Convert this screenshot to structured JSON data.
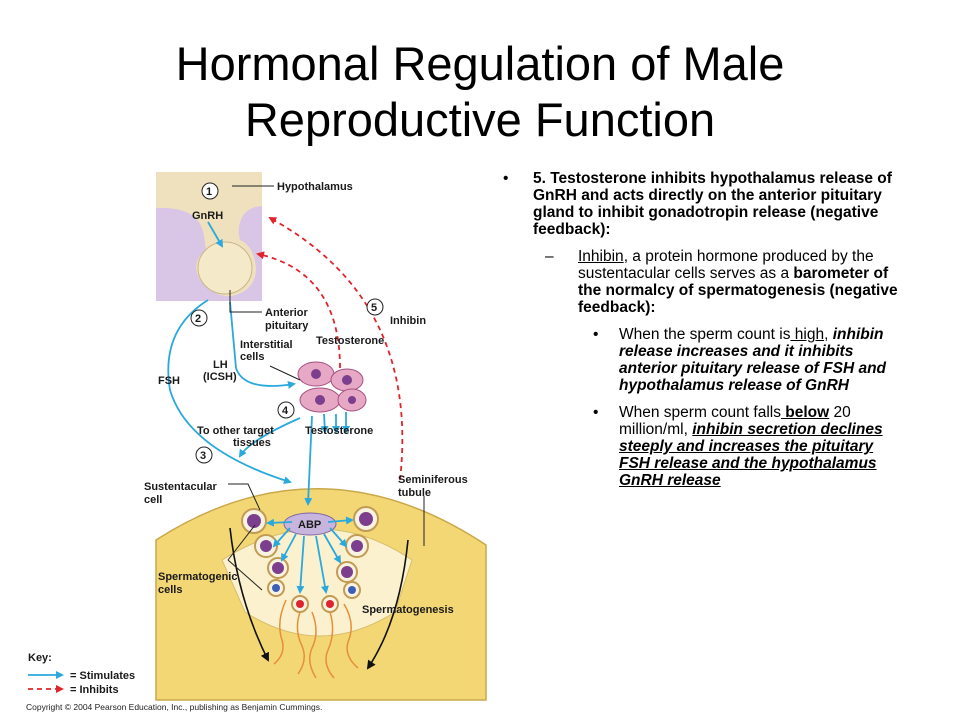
{
  "slide": {
    "title_line1": "Hormonal Regulation of Male",
    "title_line2": "Reproductive Function"
  },
  "bullets": {
    "main": "5. Testosterone inhibits hypothalamus release of GnRH and acts directly on the anterior pituitary gland to inhibit gonadotropin release (negative feedback):",
    "sub_term": "Inhibin",
    "sub_rest": ", a protein hormone produced by the sustentacular cells serves as a",
    "sub_bold": "barometer of the normalcy of spermatogenesis (negative feedback):",
    "high_pre": "When the sperm count is",
    "high_word": " high",
    "high_comma": ",",
    "high_rest": "inhibin release increases and it inhibits anterior pituitary release of FSH and hypothalamus release of GnRH",
    "low_pre": "When sperm count falls",
    "low_word": " below",
    "low_mid": " 20 million/ml,",
    "low_rest": "inhibin secretion declines steeply and increases the pituitary FSH release and the hypothalamus GnRH release"
  },
  "diagram": {
    "labels": {
      "hypothalamus": "Hypothalamus",
      "gnrh": "GnRH",
      "anterior": "Anterior",
      "pituitary": "pituitary",
      "testosterone_top": "Testosterone",
      "inhibin": "Inhibin",
      "interstitial": "Interstitial",
      "cells": "cells",
      "lh": "LH",
      "icsh": "(ICSH)",
      "fsh": "FSH",
      "to_other": "To other target",
      "tissues": "tissues",
      "testosterone_bottom": "Testosterone",
      "sustentacular": "Sustentacular",
      "cell": "cell",
      "seminiferous": "Seminiferous",
      "tubule": "tubule",
      "abp": "ABP",
      "spermatogenic": "Spermatogenic",
      "spermatogenic_cells": "cells",
      "spermatogenesis": "Spermatogenesis"
    },
    "steps": [
      "1",
      "2",
      "3",
      "4",
      "5"
    ],
    "key": {
      "title": "Key:",
      "stimulates": "= Stimulates",
      "inhibits": "= Inhibits"
    },
    "copyright": "Copyright © 2004 Pearson Education, Inc., publishing as Benjamin Cummings.",
    "colors": {
      "stimulate_arrow": "#2aa9dc",
      "inhibit_arrow": "#e0242b",
      "hypothalamus_box": "#d9c6e6",
      "tubule_fill": "#f3d775",
      "interstitial_cell": "#e7a8c6"
    }
  }
}
